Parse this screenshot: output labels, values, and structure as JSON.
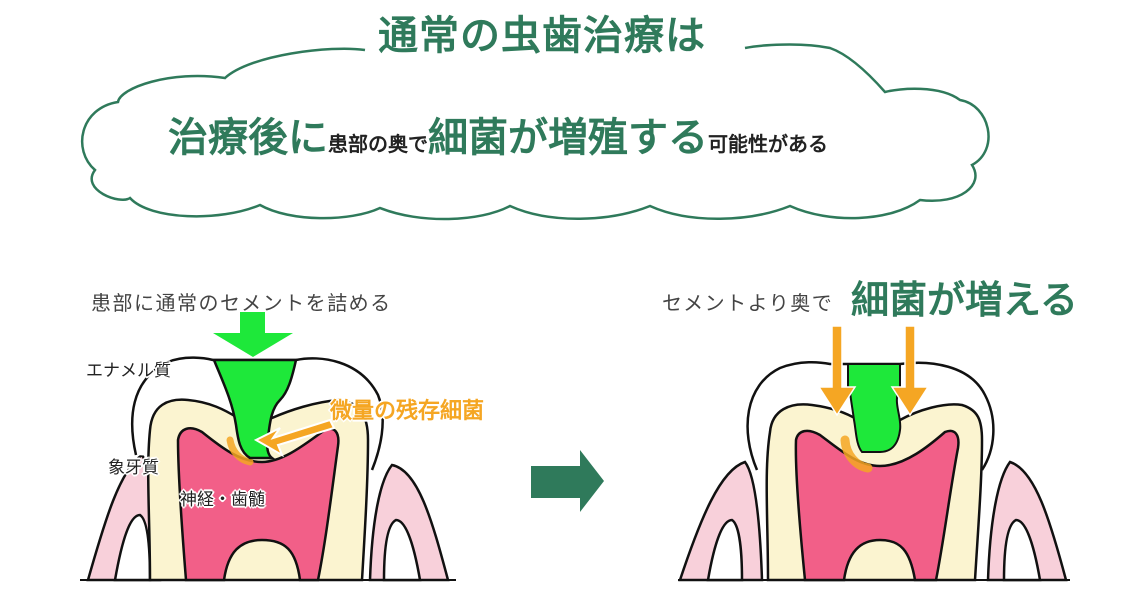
{
  "cloud": {
    "heading": "通常の虫歯治療は",
    "line2_parts": [
      {
        "text": "治療後に",
        "style": "big"
      },
      {
        "text": "患部の奥で",
        "style": "small"
      },
      {
        "text": "細菌が増殖する",
        "style": "big"
      },
      {
        "text": "可能性がある",
        "style": "small"
      }
    ]
  },
  "left_panel": {
    "caption": "患部に通常のセメントを詰める",
    "labels": {
      "enamel": "エナメル質",
      "dentin": "象牙質",
      "pulp": "神経・歯髄",
      "bacteria": "微量の残存細菌"
    }
  },
  "transition": {
    "icon": "right-arrow-icon"
  },
  "right_panel": {
    "caption_small": "セメントより奥で",
    "caption_big": "細菌が増える"
  },
  "colors": {
    "brand_green": "#2f7a5b",
    "filling_green": "#1ee83a",
    "bacteria_orange": "#f5a623",
    "pulp_pink": "#f25f88",
    "dentin_cream": "#fbf4d0",
    "gum_pink": "#f8d0da",
    "outline": "#111111"
  }
}
